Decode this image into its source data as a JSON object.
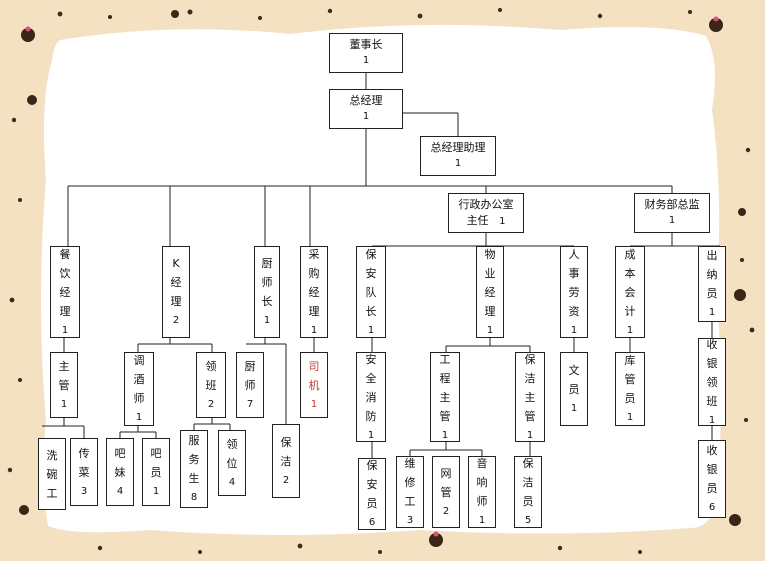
{
  "nodes": [
    {
      "id": "chairman",
      "name": "董事长",
      "count": "1"
    },
    {
      "id": "gm",
      "name": "总经理",
      "count": "1"
    },
    {
      "id": "gm_asst",
      "name": "总经理助理",
      "count": "1"
    },
    {
      "id": "admin",
      "name": "行政办公室",
      "name2": "主任",
      "count": "1"
    },
    {
      "id": "finance",
      "name": "财务部总监",
      "count": "1"
    },
    {
      "id": "catering",
      "chars": [
        "餐",
        "饮",
        "经",
        "理"
      ],
      "count": "1"
    },
    {
      "id": "k_mgr",
      "chars": [
        "K",
        "经",
        "理"
      ],
      "count": "2"
    },
    {
      "id": "chef",
      "chars": [
        "厨",
        "师",
        "长"
      ],
      "count": "1"
    },
    {
      "id": "purchase",
      "chars": [
        "采",
        "购",
        "经",
        "理"
      ],
      "count": "1"
    },
    {
      "id": "security_cap",
      "chars": [
        "保",
        "安",
        "队",
        "长"
      ],
      "count": "1"
    },
    {
      "id": "property",
      "chars": [
        "物",
        "业",
        "经",
        "理"
      ],
      "count": "1"
    },
    {
      "id": "hr",
      "chars": [
        "人",
        "事",
        "劳",
        "资"
      ],
      "count": "1"
    },
    {
      "id": "cost_acc",
      "chars": [
        "成",
        "本",
        "会",
        "计"
      ],
      "count": "1"
    },
    {
      "id": "cashier",
      "chars": [
        "出",
        "纳",
        "员"
      ],
      "count": "1"
    },
    {
      "id": "supervisor",
      "chars": [
        "主",
        "管"
      ],
      "count": "1"
    },
    {
      "id": "bartender",
      "chars": [
        "调",
        "酒",
        "师"
      ],
      "count": "1"
    },
    {
      "id": "foreman",
      "chars": [
        "领",
        "班"
      ],
      "count": "2"
    },
    {
      "id": "cook",
      "chars": [
        "厨",
        "师"
      ],
      "count": "7"
    },
    {
      "id": "driver",
      "chars": [
        "司",
        "机"
      ],
      "count": "1",
      "red": true
    },
    {
      "id": "safety",
      "chars": [
        "安",
        "全",
        "消",
        "防"
      ],
      "count": "1"
    },
    {
      "id": "eng_sup",
      "chars": [
        "工",
        "程",
        "主",
        "管"
      ],
      "count": "1"
    },
    {
      "id": "clean_sup",
      "chars": [
        "保",
        "洁",
        "主",
        "管"
      ],
      "count": "1"
    },
    {
      "id": "clerk",
      "chars": [
        "文",
        "员"
      ],
      "count": "1"
    },
    {
      "id": "storekeeper",
      "chars": [
        "库",
        "管",
        "员"
      ],
      "count": "1"
    },
    {
      "id": "cash_lead",
      "chars": [
        "收",
        "银",
        "领",
        "班"
      ],
      "count": "1"
    },
    {
      "id": "dishwasher",
      "chars": [
        "洗",
        "碗",
        "工"
      ],
      "count": ""
    },
    {
      "id": "runner",
      "chars": [
        "传",
        "菜"
      ],
      "count": "3"
    },
    {
      "id": "bar_girl",
      "chars": [
        "吧",
        "妹"
      ],
      "count": "4"
    },
    {
      "id": "bar_staff",
      "chars": [
        "吧",
        "员"
      ],
      "count": "1"
    },
    {
      "id": "waiter",
      "chars": [
        "服",
        "务",
        "生"
      ],
      "count": "8"
    },
    {
      "id": "usher",
      "chars": [
        "领",
        "位"
      ],
      "count": "4"
    },
    {
      "id": "cleaner_k",
      "chars": [
        "保",
        "洁"
      ],
      "count": "2"
    },
    {
      "id": "guard",
      "chars": [
        "保",
        "安",
        "员"
      ],
      "count": "6"
    },
    {
      "id": "maint",
      "chars": [
        "维",
        "修",
        "工"
      ],
      "count": "3"
    },
    {
      "id": "netadmin",
      "chars": [
        "网",
        "管"
      ],
      "count": "2"
    },
    {
      "id": "sound",
      "chars": [
        "音",
        "响",
        "师"
      ],
      "count": "1"
    },
    {
      "id": "cleaner",
      "chars": [
        "保",
        "洁",
        "员"
      ],
      "count": "5"
    },
    {
      "id": "cash_clerk",
      "chars": [
        "收",
        "银",
        "员"
      ],
      "count": "6"
    }
  ]
}
